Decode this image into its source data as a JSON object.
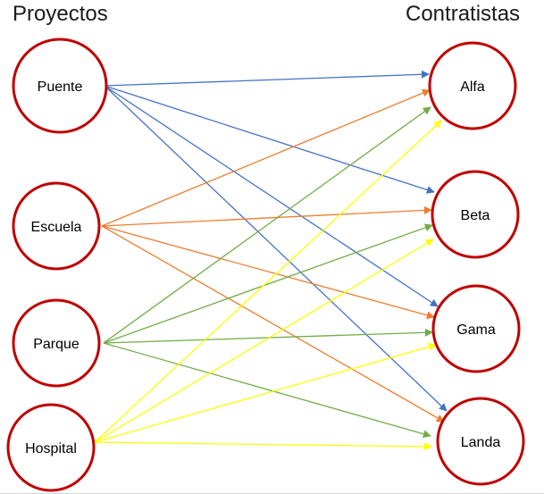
{
  "headings": {
    "left": "Proyectos",
    "right": "Contratistas"
  },
  "projects": [
    {
      "id": "puente",
      "label": "Puente",
      "edge_color": "#4472C4"
    },
    {
      "id": "escuela",
      "label": "Escuela",
      "edge_color": "#ED7D31"
    },
    {
      "id": "parque",
      "label": "Parque",
      "edge_color": "#70AD47"
    },
    {
      "id": "hospital",
      "label": "Hospital",
      "edge_color": "#FFFF00"
    }
  ],
  "contractors": [
    {
      "id": "alfa",
      "label": "Alfa"
    },
    {
      "id": "beta",
      "label": "Beta"
    },
    {
      "id": "gama",
      "label": "Gama"
    },
    {
      "id": "landa",
      "label": "Landa"
    }
  ],
  "edges": [
    {
      "from": "puente",
      "to": "alfa"
    },
    {
      "from": "puente",
      "to": "beta"
    },
    {
      "from": "puente",
      "to": "gama"
    },
    {
      "from": "puente",
      "to": "landa"
    },
    {
      "from": "escuela",
      "to": "alfa"
    },
    {
      "from": "escuela",
      "to": "beta"
    },
    {
      "from": "escuela",
      "to": "gama"
    },
    {
      "from": "escuela",
      "to": "landa"
    },
    {
      "from": "parque",
      "to": "alfa"
    },
    {
      "from": "parque",
      "to": "beta"
    },
    {
      "from": "parque",
      "to": "gama"
    },
    {
      "from": "parque",
      "to": "landa"
    },
    {
      "from": "hospital",
      "to": "alfa"
    },
    {
      "from": "hospital",
      "to": "beta"
    },
    {
      "from": "hospital",
      "to": "gama"
    },
    {
      "from": "hospital",
      "to": "landa"
    }
  ],
  "colors": {
    "node_border": "#C00000",
    "node_fill": "#FFFFFF"
  }
}
